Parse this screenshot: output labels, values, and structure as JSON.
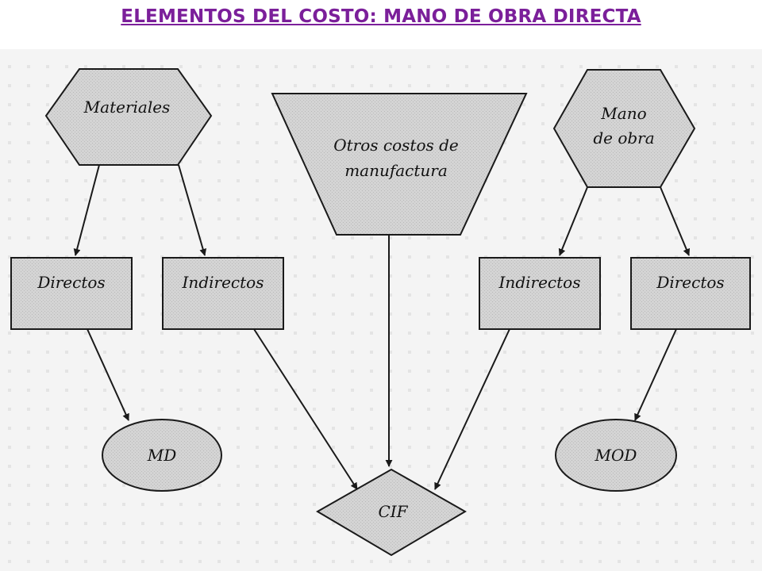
{
  "title": "ELEMENTOS DEL COSTO: MANO DE OBRA DIRECTA",
  "colors": {
    "title": "#7b1f9a",
    "node_fill": "#d2d2d2",
    "stroke": "#1a1a1a",
    "background": "#f3f3f3"
  },
  "nodes": {
    "materiales": "Materiales",
    "otros_line1": "Otros costos de",
    "otros_line2": "manufactura",
    "mano_line1": "Mano",
    "mano_line2": "de obra",
    "mat_directos": "Directos",
    "mat_indirectos": "Indirectos",
    "mo_indirectos": "Indirectos",
    "mo_directos": "Directos",
    "md": "MD",
    "mod": "MOD",
    "cif": "CIF"
  }
}
